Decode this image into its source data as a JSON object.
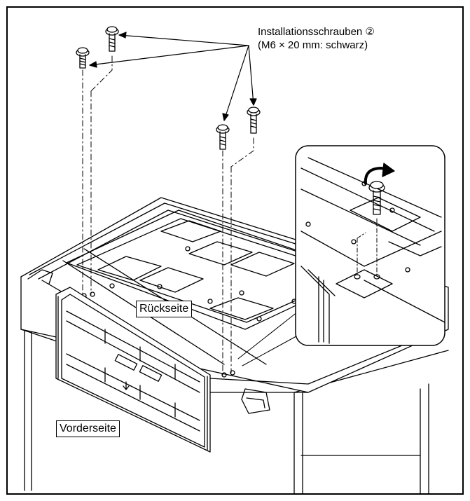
{
  "callout": {
    "line1": "Installationsschrauben ②",
    "line2": "(M6 × 20 mm: schwarz)"
  },
  "labels": {
    "back": "Rückseite",
    "front": "Vorderseite"
  },
  "colors": {
    "line": "#000000",
    "background": "#ffffff"
  }
}
